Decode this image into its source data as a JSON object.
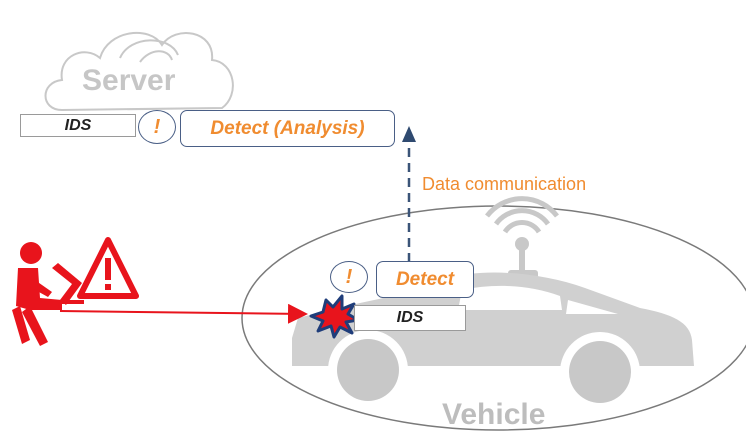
{
  "server": {
    "title": "Server",
    "ids_label": "IDS",
    "alert_symbol": "!",
    "detect_label": "Detect (Analysis)"
  },
  "vehicle": {
    "title": "Vehicle",
    "ids_label": "IDS",
    "alert_symbol": "!",
    "detect_label": "Detect"
  },
  "link": {
    "label": "Data communication"
  },
  "attacker": {
    "warning_symbol": "!"
  },
  "colors": {
    "accent_orange": "#f08c30",
    "box_border_blue": "#4a5f86",
    "attack_red": "#e8141c",
    "ghost_gray": "#c8c8c8"
  }
}
